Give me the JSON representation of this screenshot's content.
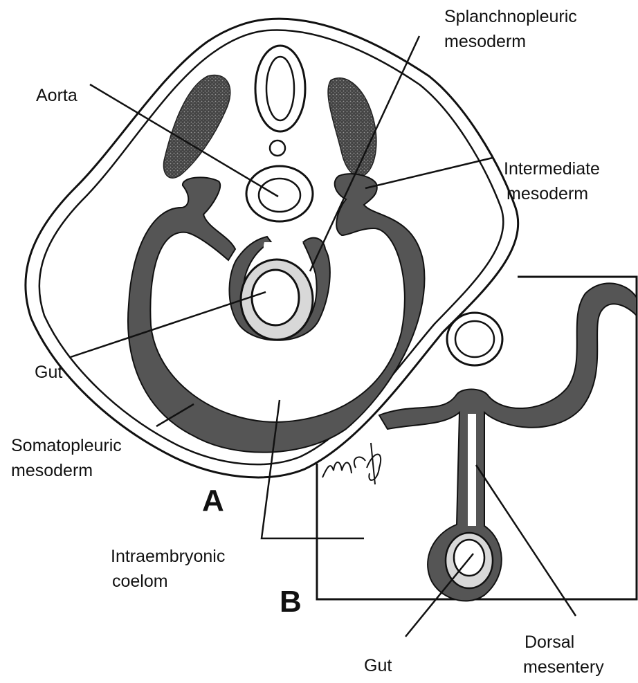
{
  "labels": {
    "aorta": "Aorta",
    "splanchnopleuric_1": "Splanchnopleuric",
    "splanchnopleuric_2": "mesoderm",
    "intermediate_1": "Intermediate",
    "intermediate_2": "mesoderm",
    "gut_a": "Gut",
    "somatopleuric_1": "Somatopleuric",
    "somatopleuric_2": "mesoderm",
    "coelom_1": "Intraembryonic",
    "coelom_2": "coelom",
    "gut_b": "Gut",
    "dorsal_1": "Dorsal",
    "dorsal_2": "mesentery"
  },
  "panels": {
    "a": "A",
    "b": "B"
  },
  "signature": "mcg",
  "colors": {
    "mesoderm": "#555555",
    "outline": "#111111",
    "gut_ring": "#d8d8d8",
    "background": "#ffffff"
  }
}
